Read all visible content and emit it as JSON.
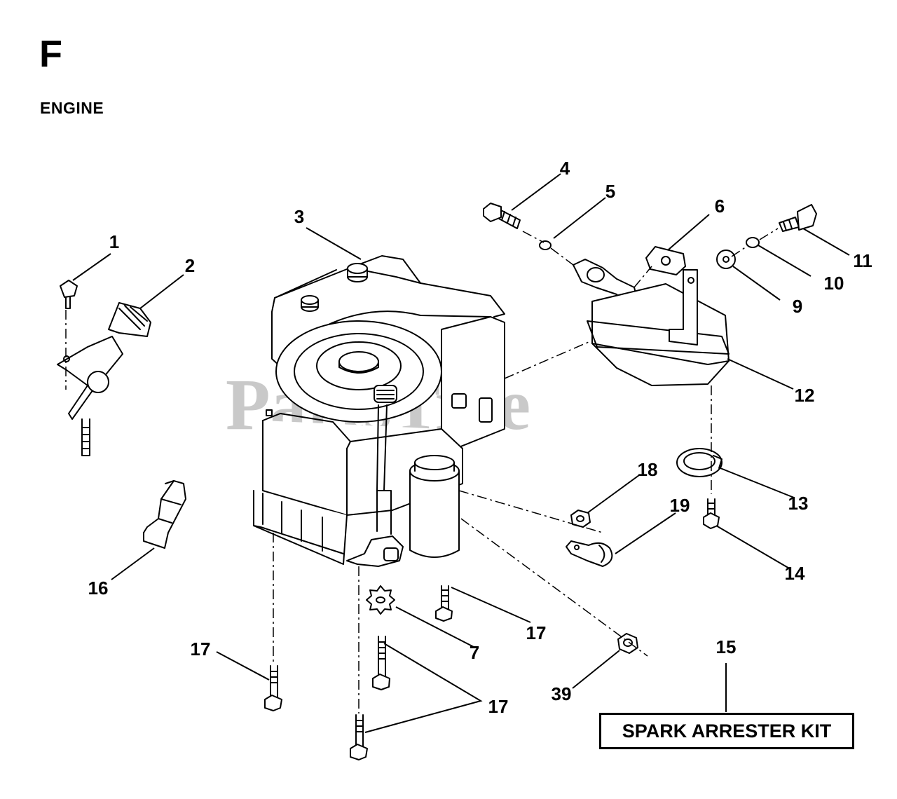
{
  "page": {
    "section_letter": "F",
    "section_title": "ENGINE",
    "watermark": "PartsTree"
  },
  "callouts": [
    {
      "id": "1",
      "label": "1"
    },
    {
      "id": "2",
      "label": "2"
    },
    {
      "id": "3",
      "label": "3"
    },
    {
      "id": "4",
      "label": "4"
    },
    {
      "id": "5",
      "label": "5"
    },
    {
      "id": "6",
      "label": "6"
    },
    {
      "id": "7",
      "label": "7"
    },
    {
      "id": "9",
      "label": "9"
    },
    {
      "id": "10",
      "label": "10"
    },
    {
      "id": "11",
      "label": "11"
    },
    {
      "id": "12",
      "label": "12"
    },
    {
      "id": "13",
      "label": "13"
    },
    {
      "id": "14",
      "label": "14"
    },
    {
      "id": "15",
      "label": "15"
    },
    {
      "id": "16",
      "label": "16"
    },
    {
      "id": "17a",
      "label": "17"
    },
    {
      "id": "17b",
      "label": "17"
    },
    {
      "id": "17c",
      "label": "17"
    },
    {
      "id": "18",
      "label": "18"
    },
    {
      "id": "19",
      "label": "19"
    },
    {
      "id": "39",
      "label": "39"
    }
  ],
  "kit": {
    "label": "SPARK ARRESTER KIT"
  }
}
